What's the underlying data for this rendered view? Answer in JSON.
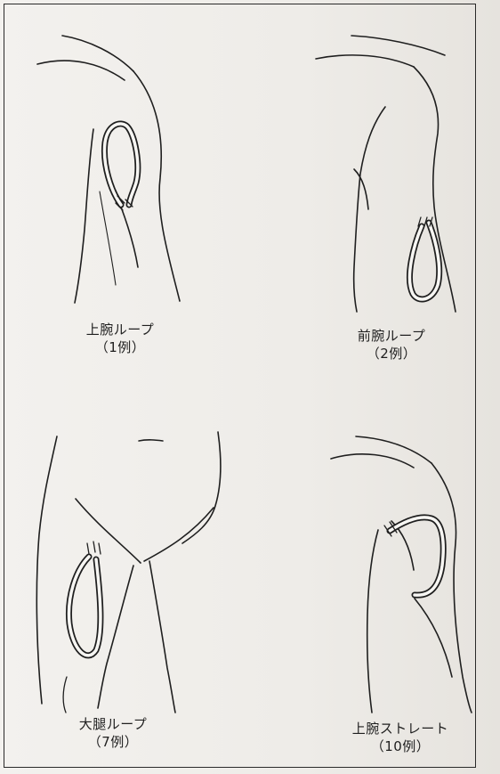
{
  "figures": [
    {
      "label": "上腕ループ",
      "count": "（1例）"
    },
    {
      "label": "前腕ループ",
      "count": "（2例）"
    },
    {
      "label": "大腿ループ",
      "count": "（7例）"
    },
    {
      "label": "上腕ストレート",
      "count": "（10例）"
    }
  ],
  "colors": {
    "line": "#1f1f1f",
    "graft": "#f7f6f3",
    "paper": "#efede9"
  }
}
